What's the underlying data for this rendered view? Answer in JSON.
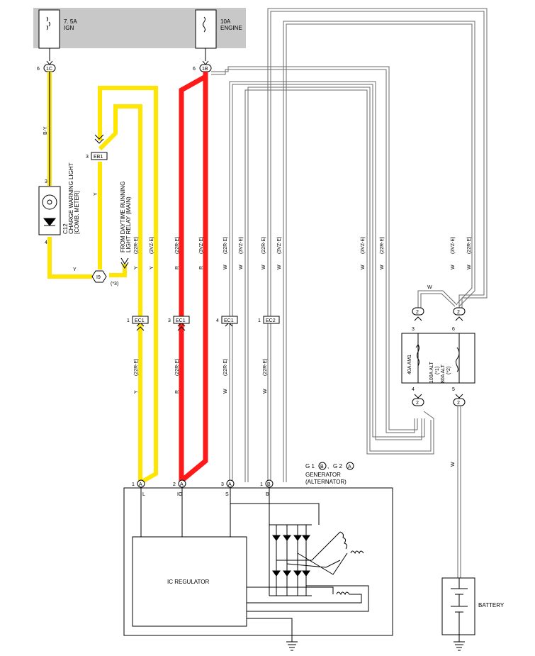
{
  "fuses": {
    "ign": {
      "rating": "7. 5A",
      "name": "IGN"
    },
    "engine": {
      "rating": "10A",
      "name": "ENGINE"
    }
  },
  "connectors": {
    "c1": {
      "pin": "6",
      "id": "1C"
    },
    "c2": {
      "pin": "6",
      "id": "1B"
    },
    "eb1": {
      "pin": "3",
      "id": "EB1"
    },
    "ec1a": {
      "pin": "1",
      "id": "EC1"
    },
    "ec1b": {
      "pin": "3",
      "id": "EC1"
    },
    "ec1c": {
      "pin": "4",
      "id": "EC1"
    },
    "ec2": {
      "pin": "1",
      "id": "EC2"
    },
    "i9": {
      "id": "I9",
      "note": "(*3)"
    }
  },
  "wire_labels": {
    "by": "B-Y",
    "y": "Y",
    "r": "R",
    "w": "W",
    "e22r": "(22R-E)",
    "e3vz": "(3VZ-E)"
  },
  "charge_light": {
    "pin_top": "3",
    "pin_bottom": "4",
    "id": "C12",
    "line1": "CHARGE WARNING LIGHT",
    "line2": "[COMB. METER]"
  },
  "drl": {
    "line1": "FROM DAYTIME RUNNING",
    "line2": "LIGHT RELAY (MAIN)"
  },
  "fusible": {
    "ring": "2",
    "pins": {
      "p3": "3",
      "p6": "6",
      "p4": "4",
      "p5": "5"
    },
    "am1": "40A AM1",
    "alt1": "100A ALT",
    "alt2": "(*1)",
    "alt3": "80A ALT",
    "alt4": "(*2)"
  },
  "generator": {
    "g1": "G 1",
    "g1c": "B",
    "comma": ",",
    "g2": "G 2",
    "g2c": "A",
    "line1": "GENERATOR",
    "line2": "(ALTERNATOR)",
    "pins": [
      {
        "num": "1",
        "conn": "A",
        "term": "L"
      },
      {
        "num": "2",
        "conn": "A",
        "term": "IG"
      },
      {
        "num": "3",
        "conn": "A",
        "term": "S"
      },
      {
        "num": "1",
        "conn": "B",
        "term": "B"
      }
    ],
    "regulator": "IC REGULATOR"
  },
  "battery": {
    "label": "BATTERY"
  },
  "colors": {
    "yellow": "#ffe600",
    "red": "#ff1a1a",
    "white_wire": "#6a6a6a",
    "fuse_box": "#c8c8c8"
  }
}
